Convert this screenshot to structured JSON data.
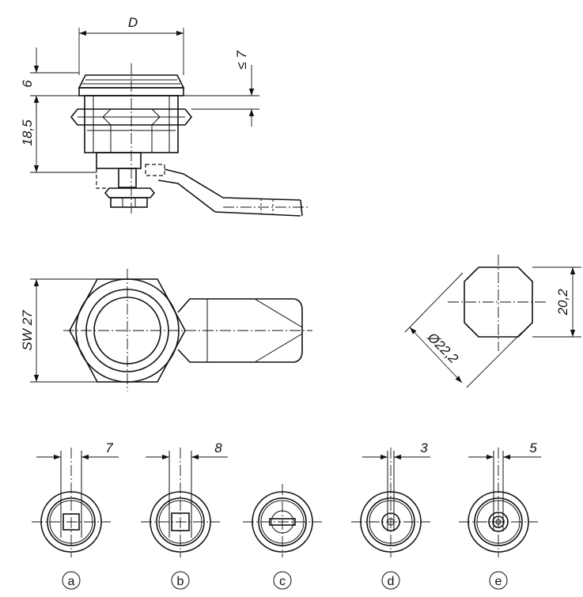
{
  "dimensions": {
    "diameter_label": "D",
    "head_height": "6",
    "clamp_range": "≤ 7",
    "body_length": "18,5",
    "hex_width": "SW 27",
    "mount_cutout_width": "20,2",
    "mount_cutout_diameter": "Ø22,2"
  },
  "variants": [
    {
      "letter": "a",
      "dimension": "7"
    },
    {
      "letter": "b",
      "dimension": "8"
    },
    {
      "letter": "c",
      "dimension": ""
    },
    {
      "letter": "d",
      "dimension": "3"
    },
    {
      "letter": "e",
      "dimension": "5"
    }
  ],
  "colors": {
    "line": "#111111",
    "background": "#ffffff"
  }
}
